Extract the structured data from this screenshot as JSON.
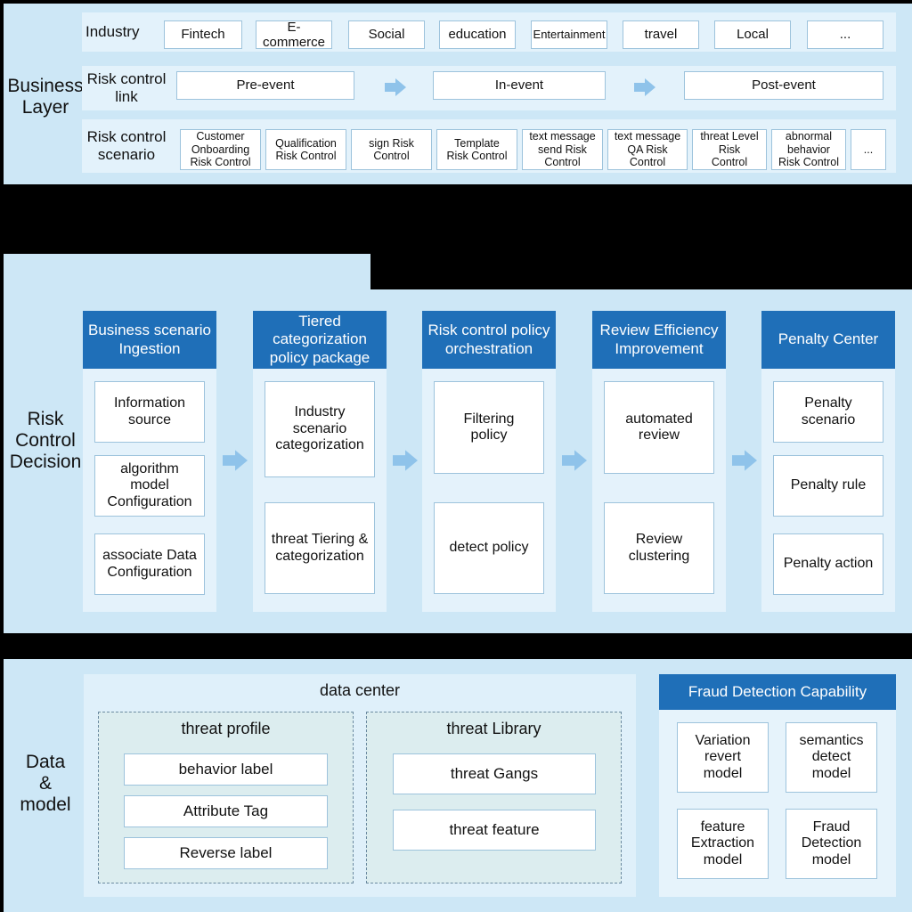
{
  "business_layer": {
    "label": "Business\nLayer",
    "industry": {
      "label": "Industry",
      "items": [
        "Fintech",
        "E-commerce",
        "Social",
        "education",
        "Entertainment",
        "travel",
        "Local",
        "..."
      ]
    },
    "link": {
      "label": "Risk control\nlink",
      "items": [
        "Pre-event",
        "In-event",
        "Post-event"
      ]
    },
    "scenario": {
      "label": "Risk control\nscenario",
      "items": [
        "Customer\nOnboarding\nRisk Control",
        "Qualification\nRisk Control",
        "sign Risk\nControl",
        "Template\nRisk Control",
        "text message\nsend Risk\nControl",
        "text message\nQA Risk\nControl",
        "threat Level\nRisk\nControl",
        "abnormal\nbehavior\nRisk Control",
        "..."
      ]
    }
  },
  "decision_layer": {
    "label": "Risk\nControl\nDecision",
    "columns": [
      {
        "title": "Business scenario\nIngestion",
        "items": [
          "Information\nsource",
          "algorithm\nmodel\nConfiguration",
          "associate Data\nConfiguration"
        ]
      },
      {
        "title": "Tiered\ncategorization\npolicy package",
        "items": [
          "Industry\nscenario\ncategorization",
          "threat Tiering &\ncategorization"
        ]
      },
      {
        "title": "Risk control policy\norchestration",
        "items": [
          "Filtering\npolicy",
          "detect policy"
        ]
      },
      {
        "title": "Review Efficiency\nImprovement",
        "items": [
          "automated\nreview",
          "Review\nclustering"
        ]
      },
      {
        "title": "Penalty Center",
        "items": [
          "Penalty\nscenario",
          "Penalty rule",
          "Penalty action"
        ]
      }
    ]
  },
  "data_layer": {
    "label": "Data\n&\nmodel",
    "data_center": {
      "title": "data center",
      "threat_profile": {
        "title": "threat profile",
        "items": [
          "behavior label",
          "Attribute Tag",
          "Reverse label"
        ]
      },
      "threat_library": {
        "title": "threat Library",
        "items": [
          "threat Gangs",
          "threat feature"
        ]
      }
    },
    "fraud": {
      "title": "Fraud Detection Capability",
      "items": [
        "Variation\nrevert\nmodel",
        "semantics\ndetect\nmodel",
        "feature\nExtraction\nmodel",
        "Fraud\nDetection\nmodel"
      ]
    }
  },
  "colors": {
    "header_blue": "#1f6fb8",
    "panel": "#cde7f6",
    "arrow": "#8fc3ea"
  }
}
